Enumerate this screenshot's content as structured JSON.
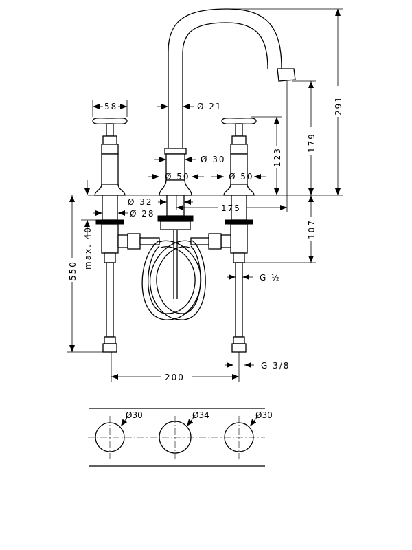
{
  "drawing": {
    "dimensions": {
      "handle_width": "58",
      "spout_dia": "Ø 21",
      "spout_base_dia": "Ø 30",
      "height_123": "123",
      "height_179": "179",
      "height_291": "291",
      "valve_dia_center": "Ø 50",
      "valve_dia_right": "Ø 50",
      "shank_dia_center": "Ø 32",
      "shank_dia_left": "Ø 28",
      "reach_175": "175",
      "depth_107": "107",
      "max_deck": "max. 40",
      "hose_550": "550",
      "thread_half": "G ½",
      "thread_3_8": "G 3/8",
      "spacing_200": "200"
    },
    "holes": [
      {
        "label": "Ø30"
      },
      {
        "label": "Ø34"
      },
      {
        "label": "Ø30"
      }
    ]
  }
}
